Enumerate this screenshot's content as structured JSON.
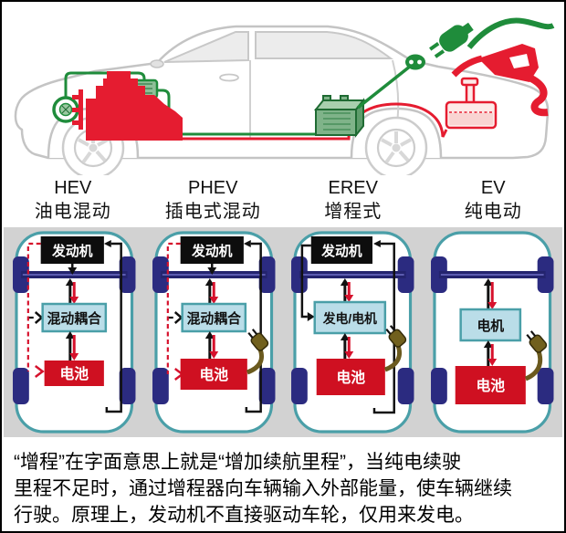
{
  "header": {
    "types": [
      {
        "abbr": "HEV",
        "name": "油电混动"
      },
      {
        "abbr": "PHEV",
        "name": "插电式混动"
      },
      {
        "abbr": "EREV",
        "name": "增程式"
      },
      {
        "abbr": "EV",
        "name": "纯电动"
      }
    ]
  },
  "panels": [
    {
      "id": "hev",
      "engine": "发动机",
      "coupling": "混动耦合",
      "battery": "电池"
    },
    {
      "id": "phev",
      "engine": "发动机",
      "coupling": "混动耦合",
      "battery": "电池"
    },
    {
      "id": "erev",
      "engine": "发动机",
      "generator": "发电/电机",
      "battery": "电池"
    },
    {
      "id": "ev",
      "motor": "电机",
      "battery": "电池"
    }
  ],
  "caption": {
    "lines": [
      "“增程”在字面意思上就是“增加续航里程”，当纯电续驶",
      "里程不足时，通过增程器向车辆输入外部能量，使车辆继续",
      "行驶。原理上，发动机不直接驱动车轮，仅用来发电。"
    ]
  },
  "car_diagram": {
    "icons": [
      "car-body",
      "engine-icon",
      "generator-pulley-icon",
      "hybrid-control-box-icon",
      "traction-battery-icon",
      "charge-port-icon",
      "charging-plug-icon",
      "fuel-tank-icon",
      "fuel-nozzle-icon"
    ],
    "colors": {
      "electric_green": "#1f8c3b",
      "fuel_red": "#e51c30",
      "body_gray": "#c4c4c4",
      "glass_gray": "#ececec"
    }
  },
  "panel_style": {
    "border_teal": "#4a9fa8",
    "wheel_navy": "#2b2b80",
    "axle_navy": "#24246e",
    "box_blue": "#badde8",
    "battery_red": "#cf1021",
    "engine_black": "#0d0d0d",
    "arrow_red": "#d6112c",
    "plug_brown": "#6b5a1e",
    "strip_gray": "#d2d2d2"
  }
}
